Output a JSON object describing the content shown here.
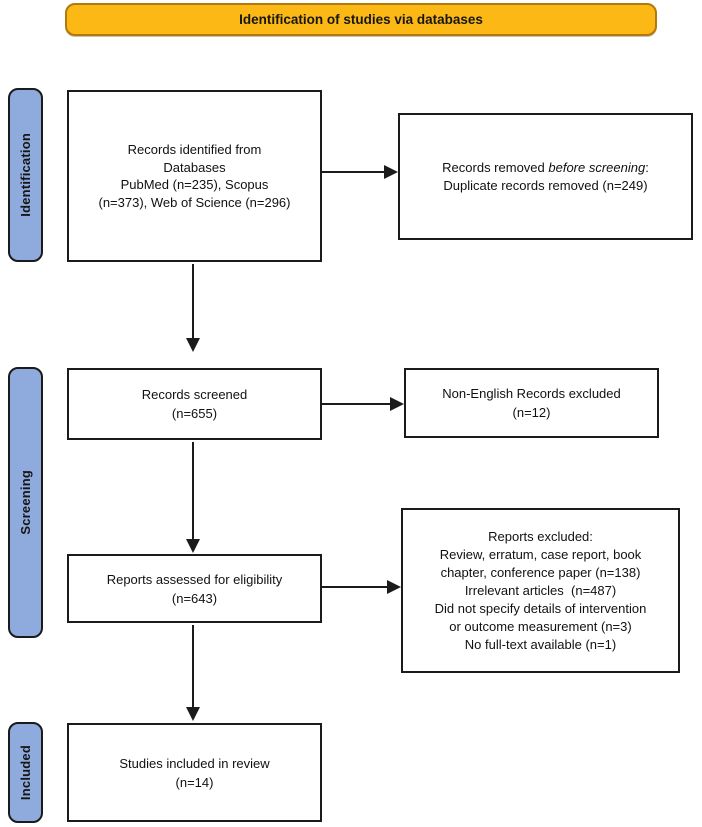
{
  "header": {
    "label": "Identification of studies via databases"
  },
  "stages": [
    {
      "label": "Identification"
    },
    {
      "label": "Screening"
    },
    {
      "label": "Included"
    }
  ],
  "boxes": {
    "records_identified": {
      "lines": [
        "Records identified from",
        "Databases",
        "PubMed (n=235), Scopus",
        "(n=373), Web of Science (n=296)"
      ]
    },
    "records_removed": {
      "line1_prefix": "Records removed ",
      "line1_italic": "before screening",
      "line1_suffix": ":",
      "line2": "Duplicate records removed (n=249)"
    },
    "records_screened": {
      "lines": [
        "Records screened",
        "(n=655)"
      ]
    },
    "non_english": {
      "lines": [
        "Non-English Records excluded",
        "(n=12)"
      ]
    },
    "reports_assessed": {
      "lines": [
        "Reports assessed for eligibility",
        "(n=643)"
      ]
    },
    "reports_excluded": {
      "lines": [
        "Reports excluded:",
        "Review, erratum, case report, book",
        "chapter, conference paper (n=138)",
        "Irrelevant articles  (n=487)",
        "Did not specify details of intervention",
        "or outcome measurement (n=3)",
        "No full-text available (n=1)"
      ]
    },
    "studies_included": {
      "lines": [
        "Studies included in review",
        "(n=14)"
      ]
    }
  },
  "colors": {
    "header_fill": "#FCB814",
    "header_border": "#B1790E",
    "stage_fill": "#8FAADC",
    "box_border": "#1b1b1b",
    "arrow": "#1b1b1b"
  }
}
